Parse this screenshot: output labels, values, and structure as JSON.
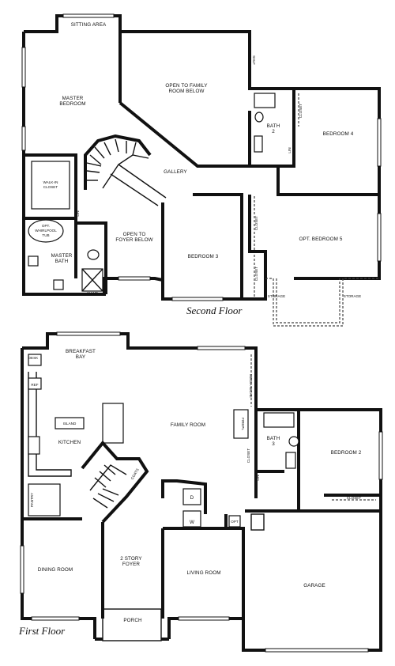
{
  "second_floor": {
    "caption": "Second Floor",
    "rooms": {
      "sitting_area": "SITTING AREA",
      "master_bedroom": [
        "MASTER",
        "BEDROOM"
      ],
      "open_family": [
        "OPEN TO FAMILY",
        "ROOM BELOW"
      ],
      "gallery": "GALLERY",
      "walk_in_closet": [
        "WALK-IN",
        "CLOSET"
      ],
      "whirlpool": [
        "OPT.",
        "WHIRLPOOL",
        "TUB"
      ],
      "master_bath": [
        "MASTER",
        "BATH"
      ],
      "linen": "LIN",
      "shower": "SHWR",
      "open_foyer": [
        "OPEN TO",
        "FOYER BELOW"
      ],
      "bedroom3": "BEDROOM 3",
      "bath2": [
        "BATH",
        "2"
      ],
      "bedroom4": "BEDROOM 4",
      "linen2": "LIN",
      "closet_b4": "CLOSET",
      "shelf": "SHLF",
      "opt_bedroom5": "OPT. BEDROOM 5",
      "closet_b5": "CLOSET",
      "closet_b3": "CLOSET",
      "storage_left": "STORAGE",
      "storage_right": "STORAGE"
    }
  },
  "first_floor": {
    "caption": "First Floor",
    "rooms": {
      "desk": "DESK",
      "ref": "REF",
      "breakfast_bay": [
        "BREAKFAST",
        "BAY"
      ],
      "island": "ISLAND",
      "kitchen": "KITCHEN",
      "pantry": "PANTRY",
      "family_room": "FAMILY ROOM",
      "fireplace": "FIREPL",
      "media": "MEDIA NICHE",
      "bath3": [
        "BATH",
        "3"
      ],
      "bedroom2": "BEDROOM 2",
      "closet_b2": "CLOSET",
      "linen": "LIN",
      "closet_b3": "CLOSET",
      "coats": "COATS",
      "washer": "W",
      "dryer": "D",
      "opt": "OPT",
      "dining_room": "DINING ROOM",
      "foyer": [
        "2 STORY",
        "FOYER"
      ],
      "living_room": "LIVING ROOM",
      "garage": "GARAGE",
      "porch": "PORCH"
    }
  }
}
